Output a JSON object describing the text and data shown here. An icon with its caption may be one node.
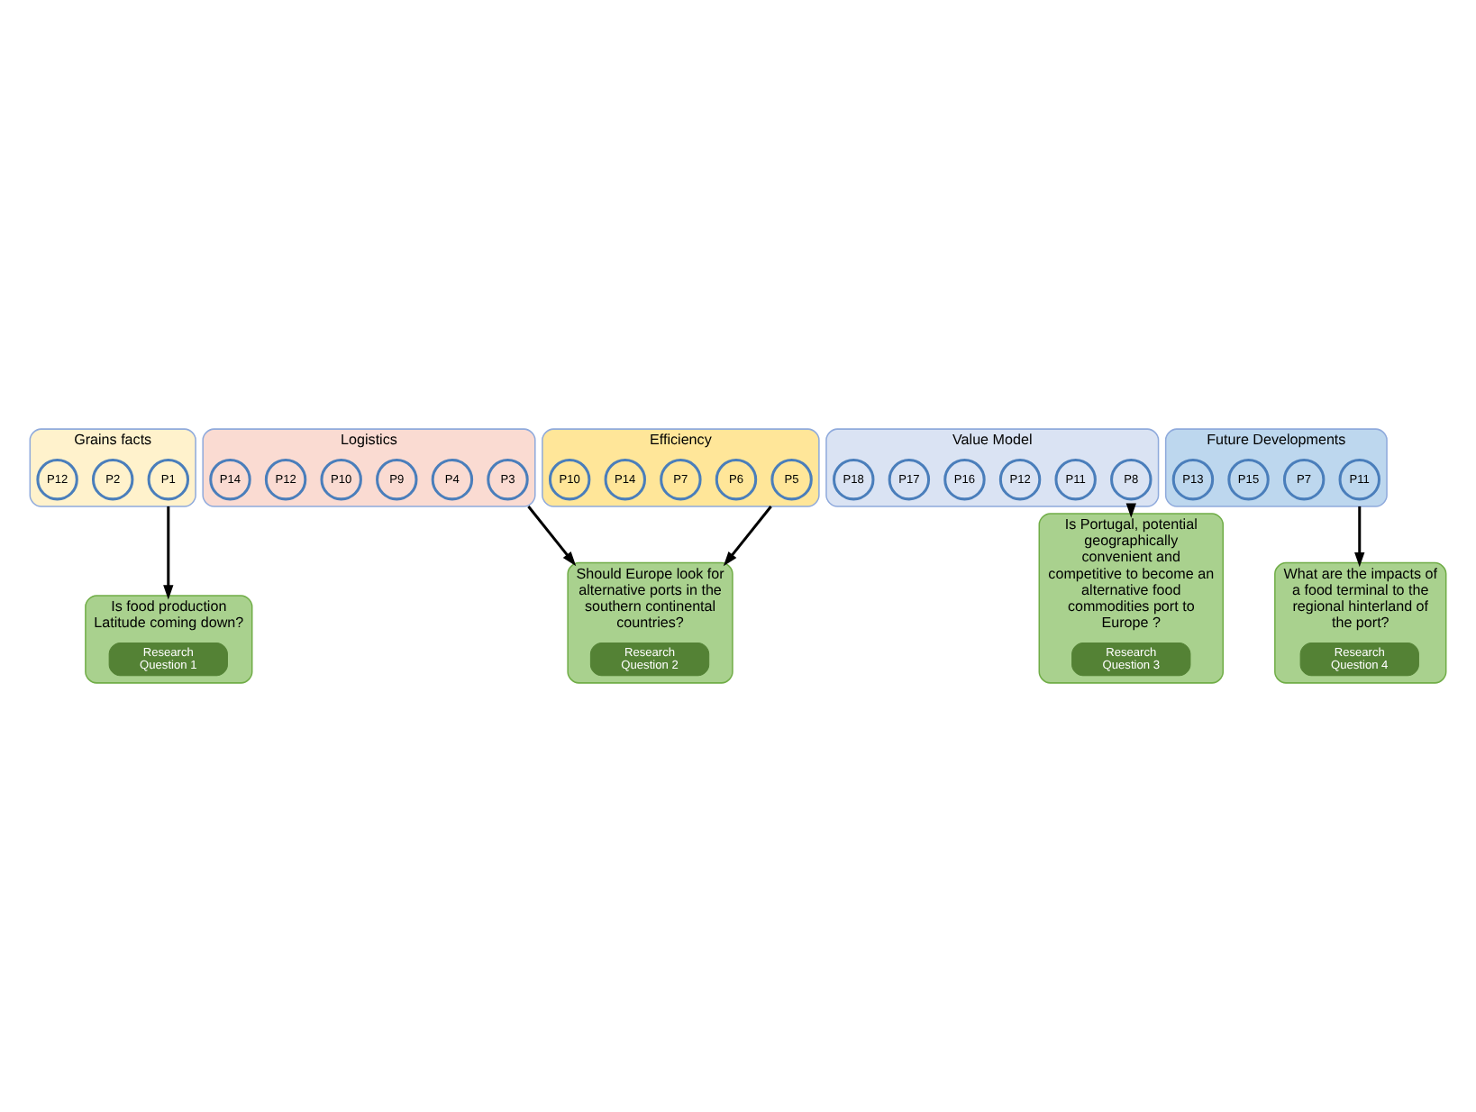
{
  "diagram": {
    "nodes": [
      {
        "text": [
          "Grains facts"
        ]
      },
      {
        "text": [
          "P1"
        ],
        "in": 0
      },
      {
        "text": [
          "P2"
        ],
        "in": 0
      },
      {
        "text": [
          "P12"
        ],
        "in": 0
      },
      {
        "text": [
          "Logistics"
        ]
      },
      {
        "text": [
          "P3"
        ],
        "in": 4
      },
      {
        "text": [
          "P4"
        ],
        "in": 4
      },
      {
        "text": [
          "P9"
        ],
        "in": 4
      },
      {
        "text": [
          "P10"
        ],
        "in": 4
      },
      {
        "text": [
          "P12"
        ],
        "in": 4
      },
      {
        "text": [
          "P14"
        ],
        "in": 4
      },
      {
        "text": [
          "Efficiency"
        ]
      },
      {
        "text": [
          "P5"
        ],
        "in": 11
      },
      {
        "text": [
          "P6"
        ],
        "in": 11
      },
      {
        "text": [
          "P7"
        ],
        "in": 11
      },
      {
        "text": [
          "P14"
        ],
        "in": 11
      },
      {
        "text": [
          "P10"
        ],
        "in": 11
      },
      {
        "text": [
          "Value Model"
        ]
      },
      {
        "text": [
          "P8"
        ],
        "in": 17
      },
      {
        "text": [
          "P11"
        ],
        "in": 17
      },
      {
        "text": [
          "P12"
        ],
        "in": 17
      },
      {
        "text": [
          "P16"
        ],
        "in": 17
      },
      {
        "text": [
          "P17"
        ],
        "in": 17
      },
      {
        "text": [
          "P18"
        ],
        "in": 17
      },
      {
        "text": [
          "Future Developments"
        ]
      },
      {
        "text": [
          "P11"
        ],
        "in": 24
      },
      {
        "text": [
          "P7"
        ],
        "in": 24
      },
      {
        "text": [
          "P15"
        ],
        "in": 24
      },
      {
        "text": [
          "P13"
        ],
        "in": 24
      },
      {
        "text": [
          "Is food production Latitude coming down?"
        ]
      },
      {
        "text": [
          "Research Question 1"
        ],
        "in": 29
      },
      {
        "text": [
          "Should Europe look for alternative ports in the southern continental countries?"
        ]
      },
      {
        "text": [
          "Research Question 2"
        ],
        "in": 31
      },
      {
        "text": [
          "Is Portugal, potential geographically convenient and competitive to become an alternative food commodities port to Europe ?"
        ]
      },
      {
        "text": [
          "Research Question 3"
        ],
        "in": 33
      },
      {
        "text": [
          "What are the impacts of a food terminal to the regional hinterland of the port?"
        ]
      },
      {
        "text": [
          "Research Question 4"
        ],
        "in": 35
      }
    ],
    "edges": [
      {
        "from": 0,
        "to": 29,
        "arrow": "to"
      },
      {
        "from": 4,
        "to": 31,
        "arrow": "to"
      },
      {
        "from": 11,
        "to": 31,
        "arrow": "to"
      },
      {
        "from": 17,
        "to": 33,
        "arrow": "to"
      },
      {
        "from": 24,
        "to": 35,
        "arrow": "to"
      }
    ]
  }
}
